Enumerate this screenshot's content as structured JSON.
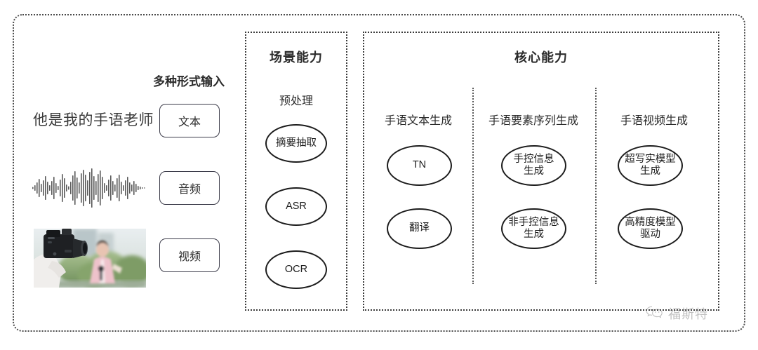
{
  "diagram": {
    "title_hidden": "",
    "input_section": {
      "header": "多种形式输入",
      "sample_text": "他是我的手语老师",
      "buttons": [
        {
          "label": "文本",
          "name": "text"
        },
        {
          "label": "音频",
          "name": "audio"
        },
        {
          "label": "视频",
          "name": "video"
        }
      ],
      "waveform_name": "audio-waveform",
      "video_thumbnail_name": "video-thumbnail"
    },
    "scene_panel": {
      "title": "场景能力",
      "section_label": "预处理",
      "nodes": [
        {
          "label": "摘要抽取"
        },
        {
          "label": "ASR"
        },
        {
          "label": "OCR"
        }
      ]
    },
    "core_panel": {
      "title": "核心能力",
      "columns": [
        {
          "label": "手语文本生成",
          "nodes": [
            {
              "line1": "TN",
              "line2": ""
            },
            {
              "line1": "翻译",
              "line2": ""
            }
          ]
        },
        {
          "label": "手语要素序列生成",
          "nodes": [
            {
              "line1": "手控信息",
              "line2": "生成"
            },
            {
              "line1": "非手控信息",
              "line2": "生成"
            }
          ]
        },
        {
          "label": "手语视频生成",
          "nodes": [
            {
              "line1": "超写实模型",
              "line2": "生成"
            },
            {
              "line1": "高精度模型",
              "line2": "驱动"
            }
          ]
        }
      ]
    },
    "watermark": {
      "icon": "wechat-icon",
      "text": "福斯特"
    },
    "colors": {
      "stroke": "#1c1c1c",
      "dotted_border": "#3a3a3a",
      "text": "#2b2b2b",
      "background": "#ffffff"
    }
  }
}
